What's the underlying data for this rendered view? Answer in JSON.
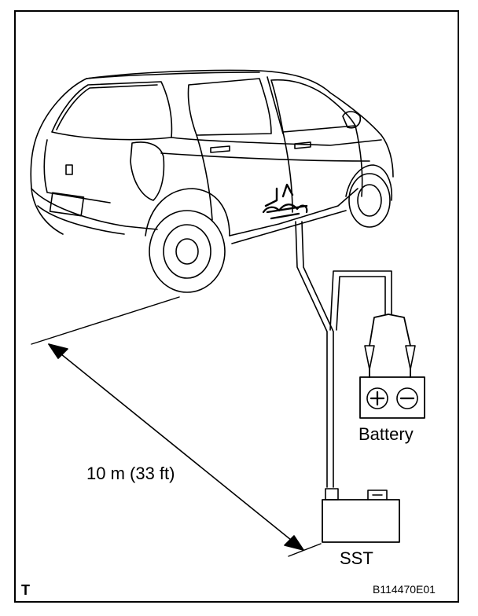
{
  "labels": {
    "distance": "10 m (33 ft)",
    "battery": "Battery",
    "sst": "SST",
    "corner_mark": "T",
    "figure_code": "B114470E01"
  },
  "battery_terminals": {
    "positive": "+",
    "negative": "−"
  },
  "colors": {
    "line": "#000000",
    "background": "#ffffff"
  },
  "icons": [
    "vehicle-drawing",
    "battery-icon",
    "sst-tester-icon",
    "dimension-arrow-icon",
    "plus-terminal-icon",
    "minus-terminal-icon"
  ]
}
